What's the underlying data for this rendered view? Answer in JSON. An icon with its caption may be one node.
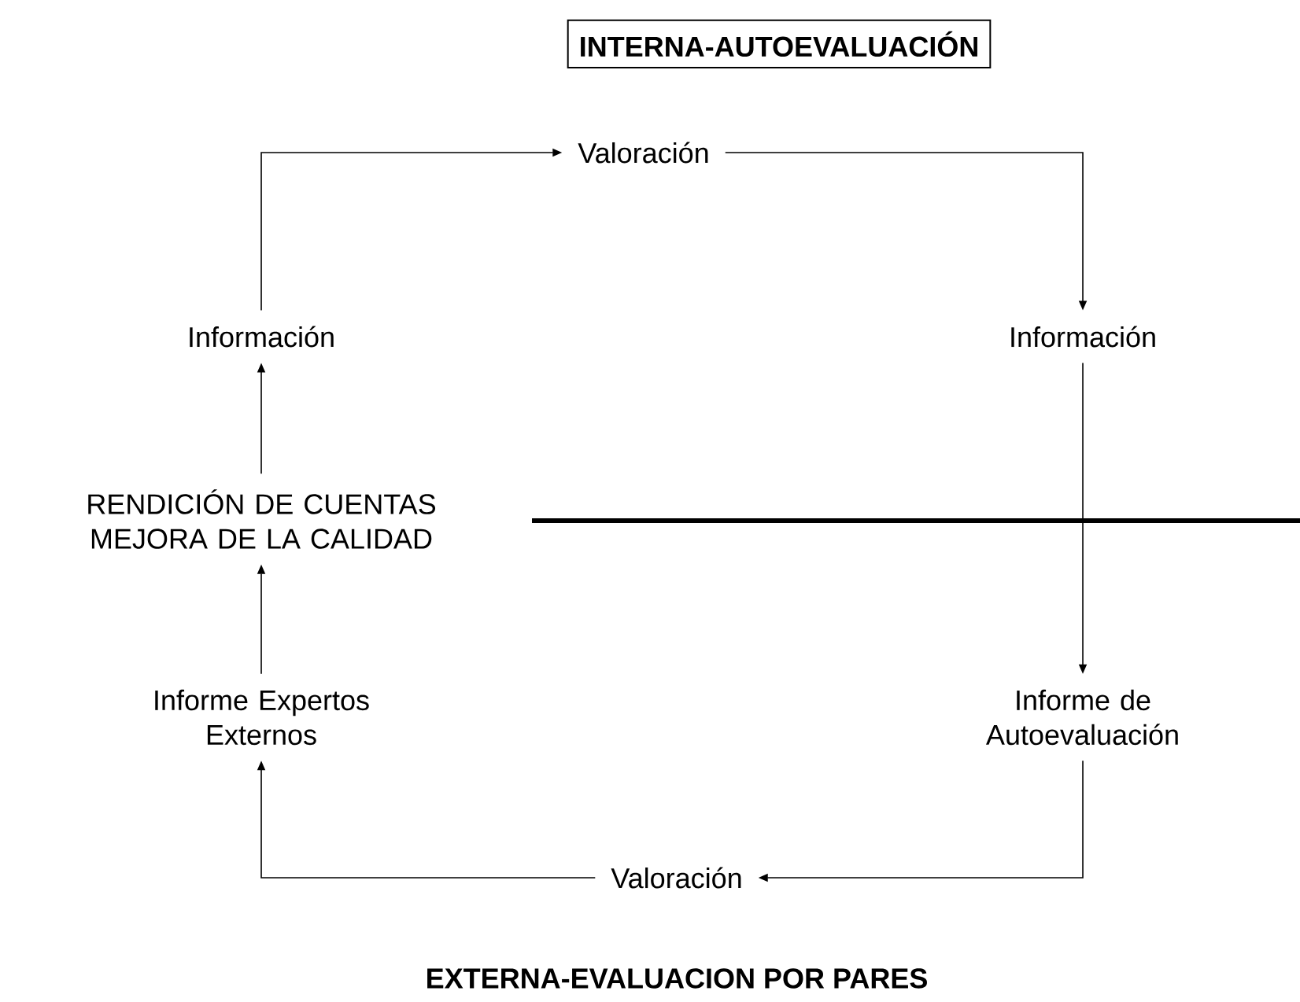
{
  "diagram": {
    "nodes": [
      {
        "text": [
          "INTERNA-AUTOEVALUACIÓN"
        ]
      },
      {
        "text": [
          "Valoración"
        ]
      },
      {
        "text": [
          "Información"
        ]
      },
      {
        "text": [
          "Informe de Autoevaluación"
        ]
      },
      {
        "text": [
          "Valoración"
        ]
      },
      {
        "text": [
          "Informe Expertos Externos"
        ]
      },
      {
        "text": [
          "RENDICIÓN DE CUENTAS MEJORA DE LA CALIDAD"
        ]
      },
      {
        "text": [
          "Información"
        ]
      }
    ],
    "edges": [
      {
        "from": 1,
        "to": 2,
        "arrow": "to"
      },
      {
        "from": 2,
        "to": 3,
        "arrow": "to"
      },
      {
        "from": 3,
        "to": 4,
        "arrow": "to"
      },
      {
        "from": 4,
        "to": 5,
        "arrow": "to"
      },
      {
        "from": 5,
        "to": 6,
        "arrow": "to"
      },
      {
        "from": 6,
        "to": 7,
        "arrow": "to"
      },
      {
        "from": 7,
        "to": 1,
        "arrow": "to"
      }
    ],
    "labels": [
      "EXTERNA-EVALUACION POR PARES"
    ]
  }
}
